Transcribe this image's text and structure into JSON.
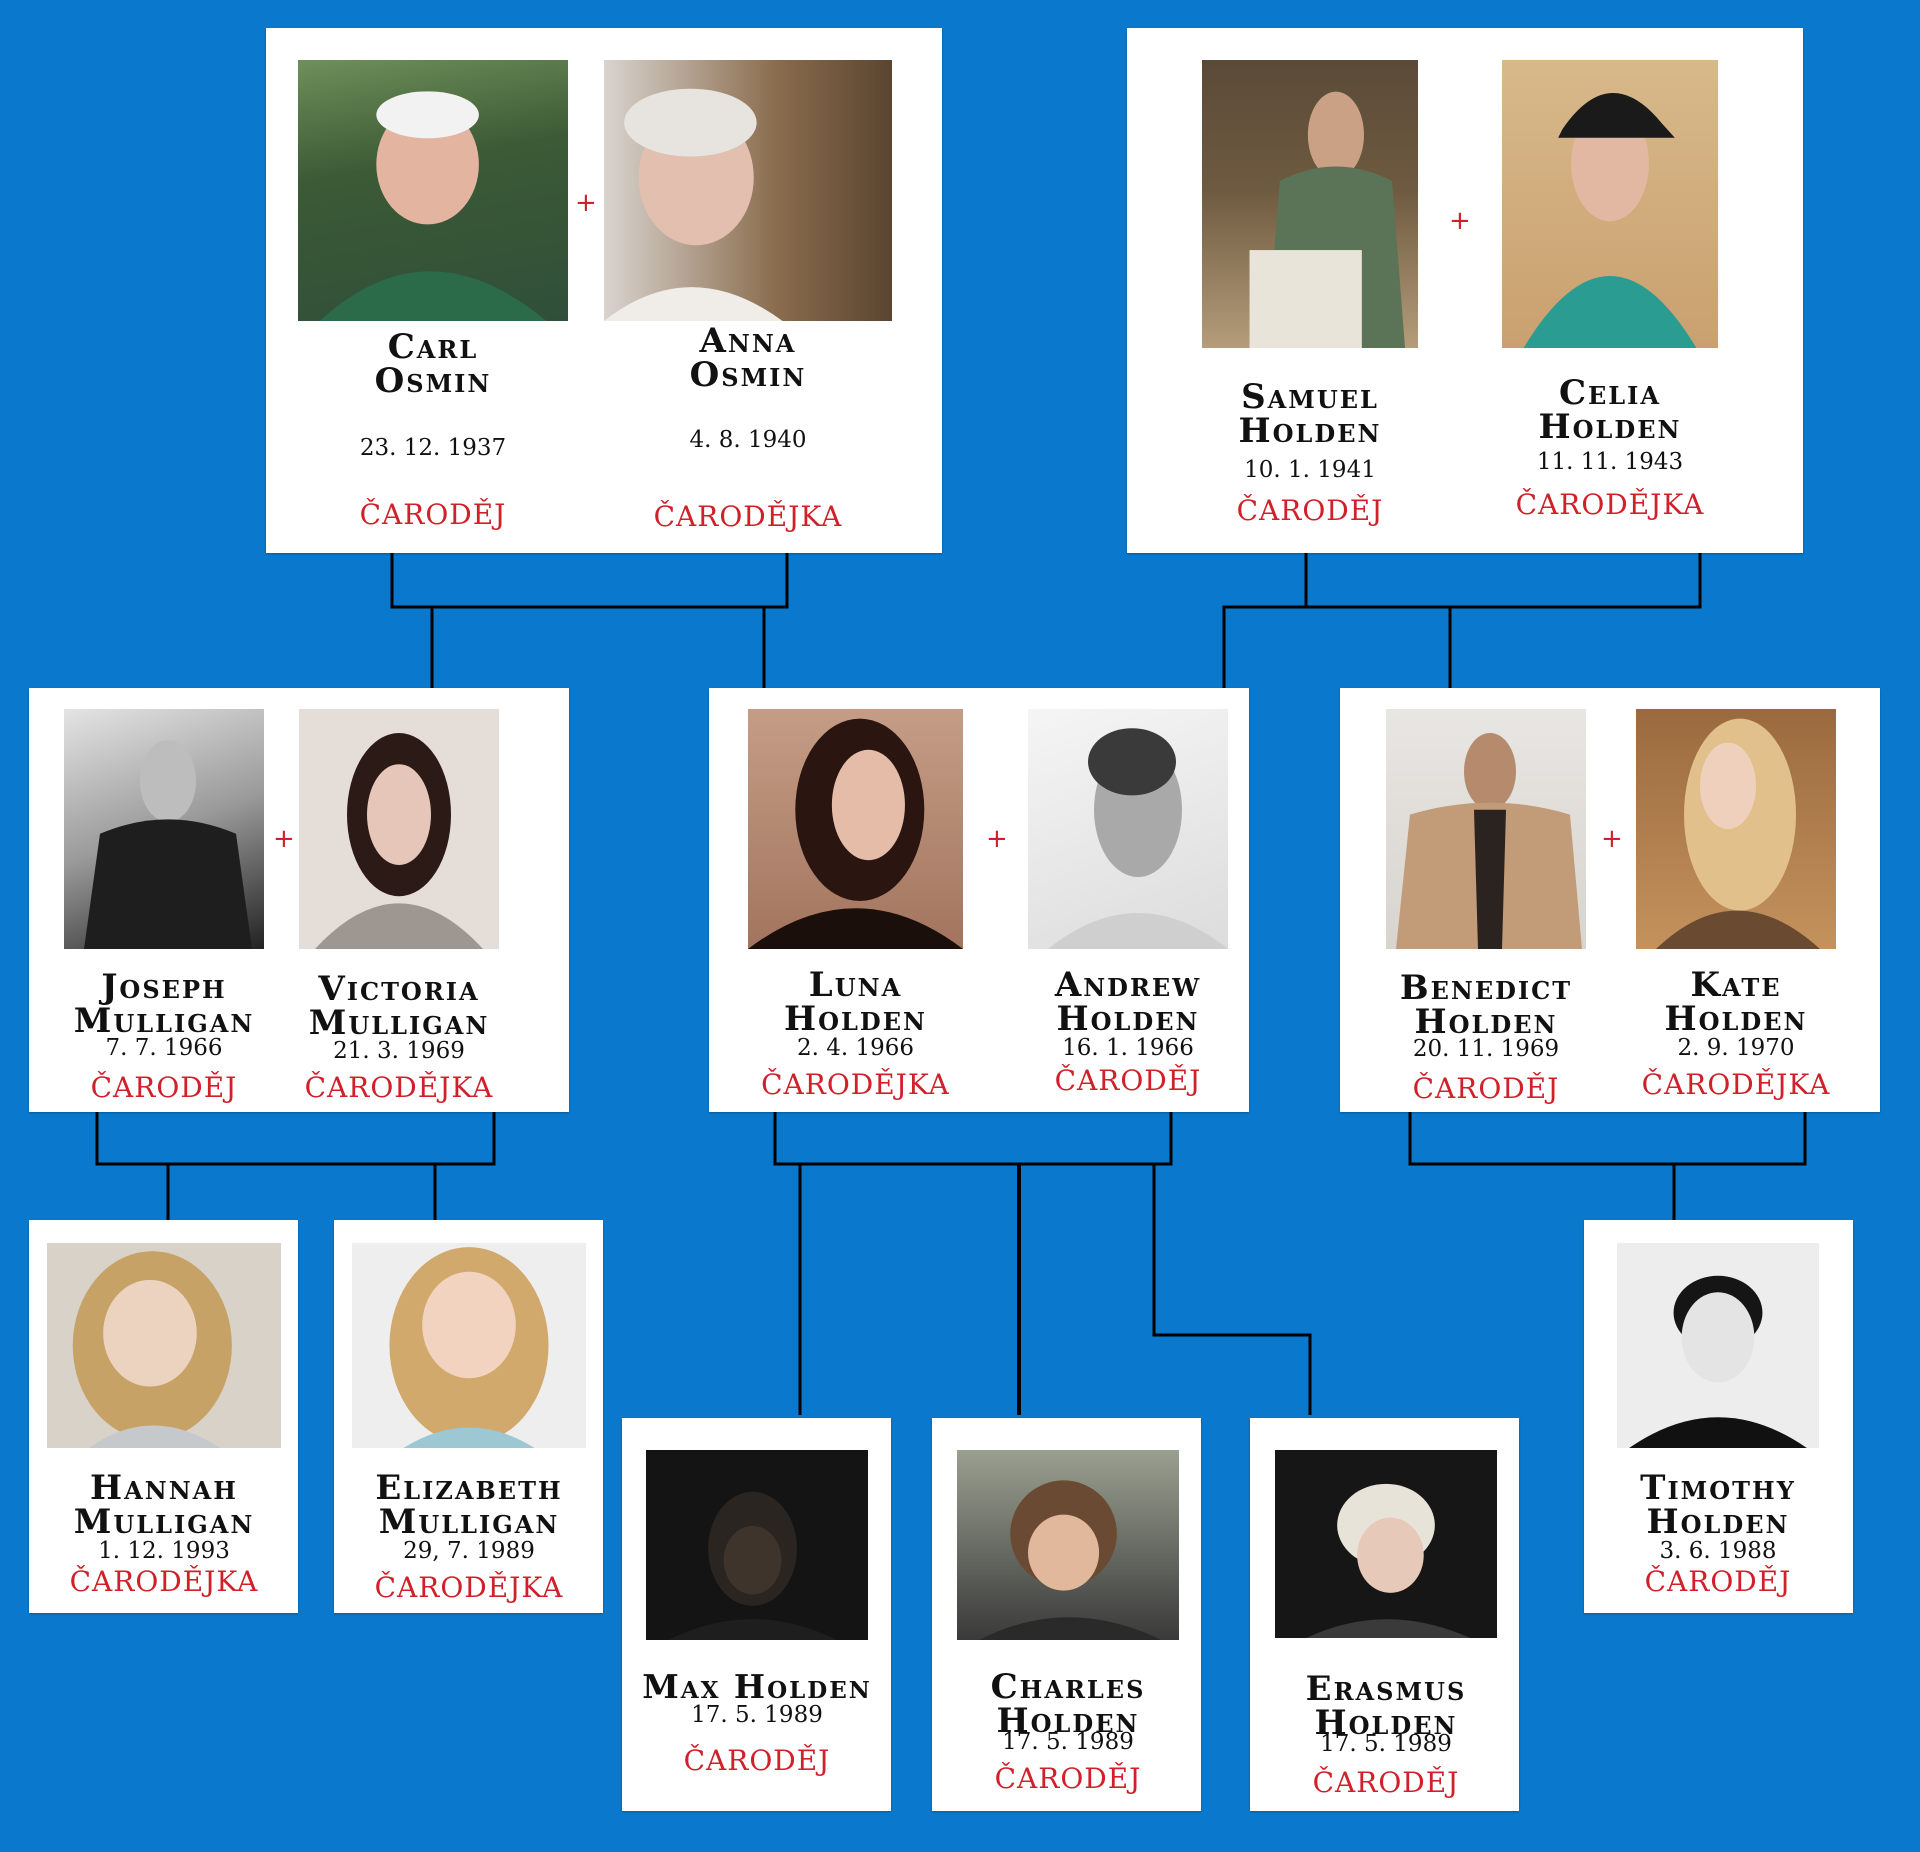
{
  "colors": {
    "background": "#0a78cc",
    "card": "#ffffff",
    "role_text": "#d0202a",
    "line": "#000000"
  },
  "plus_sign": "+",
  "people": {
    "carl": {
      "first": "Carl",
      "last": "Osmin",
      "dob": "23. 12. 1937",
      "role": "ČARODĚJ"
    },
    "anna": {
      "first": "Anna",
      "last": "Osmin",
      "dob": "4. 8. 1940",
      "role": "ČARODĚJKA"
    },
    "samuel": {
      "first": "Samuel",
      "last": "Holden",
      "dob": "10. 1. 1941",
      "role": "ČARODĚJ"
    },
    "celia": {
      "first": "Celia",
      "last": "Holden",
      "dob": "11. 11. 1943",
      "role": "ČARODĚJKA"
    },
    "joseph": {
      "first": "Joseph",
      "last": "Mulligan",
      "dob": "7. 7. 1966",
      "role": "ČARODĚJ"
    },
    "victoria": {
      "first": "Victoria",
      "last": "Mulligan",
      "dob": "21. 3. 1969",
      "role": "ČARODĚJKA"
    },
    "luna": {
      "first": "Luna",
      "last": "Holden",
      "dob": "2. 4. 1966",
      "role": "ČARODĚJKA"
    },
    "andrew": {
      "first": "Andrew",
      "last": "Holden",
      "dob": "16. 1. 1966",
      "role": "ČARODĚJ"
    },
    "benedict": {
      "first": "Benedict",
      "last": "Holden",
      "dob": "20. 11. 1969",
      "role": "ČARODĚJ"
    },
    "kate": {
      "first": "Kate",
      "last": "Holden",
      "dob": "2. 9. 1970",
      "role": "ČARODĚJKA"
    },
    "hannah": {
      "first": "Hannah",
      "last": "Mulligan",
      "dob": "1. 12. 1993",
      "role": "ČARODĚJKA"
    },
    "elizabeth": {
      "first": "Elizabeth",
      "last": "Mulligan",
      "dob": "29, 7. 1989",
      "role": "ČARODĚJKA"
    },
    "max": {
      "full": "Max Holden",
      "dob": "17. 5. 1989",
      "role": "ČARODĚJ"
    },
    "charles": {
      "first": "Charles",
      "last": "Holden",
      "dob": "17. 5. 1989",
      "role": "ČARODĚJ"
    },
    "erasmus": {
      "first": "Erasmus",
      "last": "Holden",
      "dob": "17. 5. 1989",
      "role": "ČARODĚJ"
    },
    "timothy": {
      "first": "Timothy",
      "last": "Holden",
      "dob": "3. 6. 1988",
      "role": "ČARODĚJ"
    }
  }
}
